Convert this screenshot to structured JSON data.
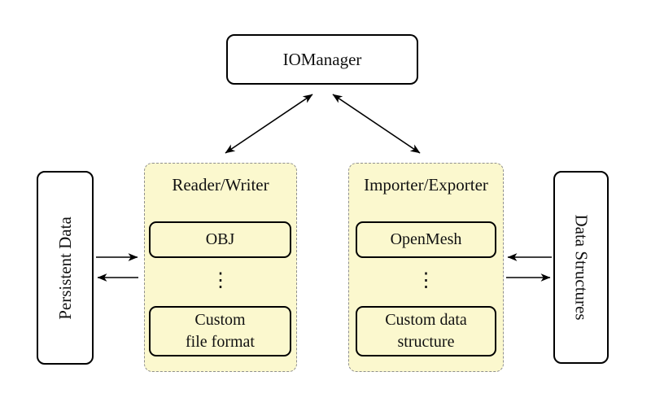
{
  "colors": {
    "background": "#ffffff",
    "box_border": "#000000",
    "group_fill": "#fbf8ce",
    "group_border": "#8f8f8f",
    "text": "#111111"
  },
  "top_box": {
    "label": "IOManager"
  },
  "left_side_box": {
    "label": "Persistent Data"
  },
  "right_side_box": {
    "label": "Data Structures"
  },
  "left_group": {
    "title": "Reader/Writer",
    "top_item": "OBJ",
    "ellipsis": "⋮",
    "bottom_item_line1": "Custom",
    "bottom_item_line2": "file format"
  },
  "right_group": {
    "title": "Importer/Exporter",
    "top_item": "OpenMesh",
    "ellipsis": "⋮",
    "bottom_item_line1": "Custom data",
    "bottom_item_line2": "structure"
  },
  "arrows": [
    {
      "name": "iomanager-readerwriter",
      "direction": "bidirectional"
    },
    {
      "name": "iomanager-importerexporter",
      "direction": "bidirectional"
    },
    {
      "name": "persistentdata-to-readerwriter",
      "direction": "right"
    },
    {
      "name": "readerwriter-to-persistentdata",
      "direction": "left"
    },
    {
      "name": "datastructures-to-importerexporter",
      "direction": "left"
    },
    {
      "name": "importerexporter-to-datastructures",
      "direction": "right"
    }
  ]
}
